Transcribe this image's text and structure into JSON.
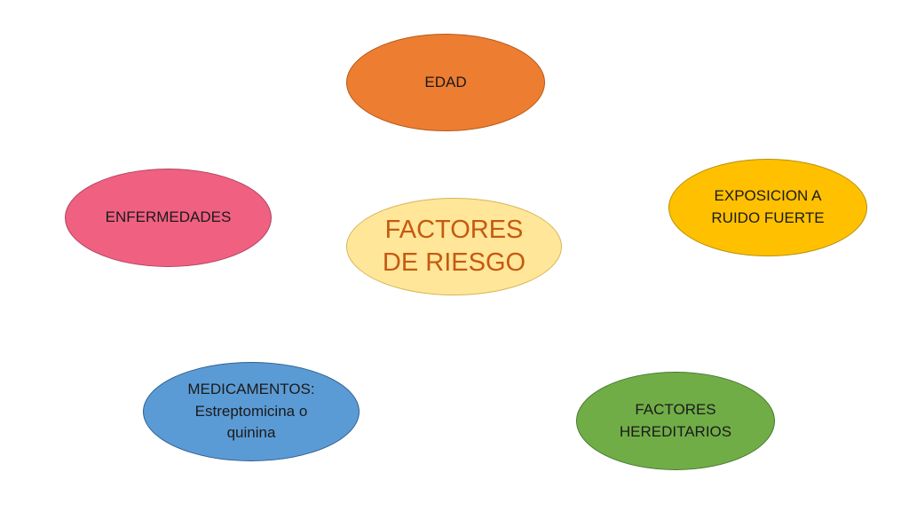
{
  "diagram": {
    "center": {
      "line1": "FACTORES",
      "line2": "DE RIESGO",
      "fill": "#ffe699",
      "text_color": "#c55a11"
    },
    "nodes": {
      "edad": {
        "line1": "EDAD",
        "fill": "#ed7d31"
      },
      "exposicion": {
        "line1": "EXPOSICION A",
        "line2": "RUIDO FUERTE",
        "fill": "#ffc000"
      },
      "enfermedades": {
        "line1": "ENFERMEDADES",
        "fill": "#f06080"
      },
      "medicamentos": {
        "line1": "MEDICAMENTOS:",
        "line2": "Estreptomicina o",
        "line3": "quinina",
        "fill": "#5b9bd5"
      },
      "hereditarios": {
        "line1": "FACTORES",
        "line2": "HEREDITARIOS",
        "fill": "#70ad47"
      }
    }
  }
}
